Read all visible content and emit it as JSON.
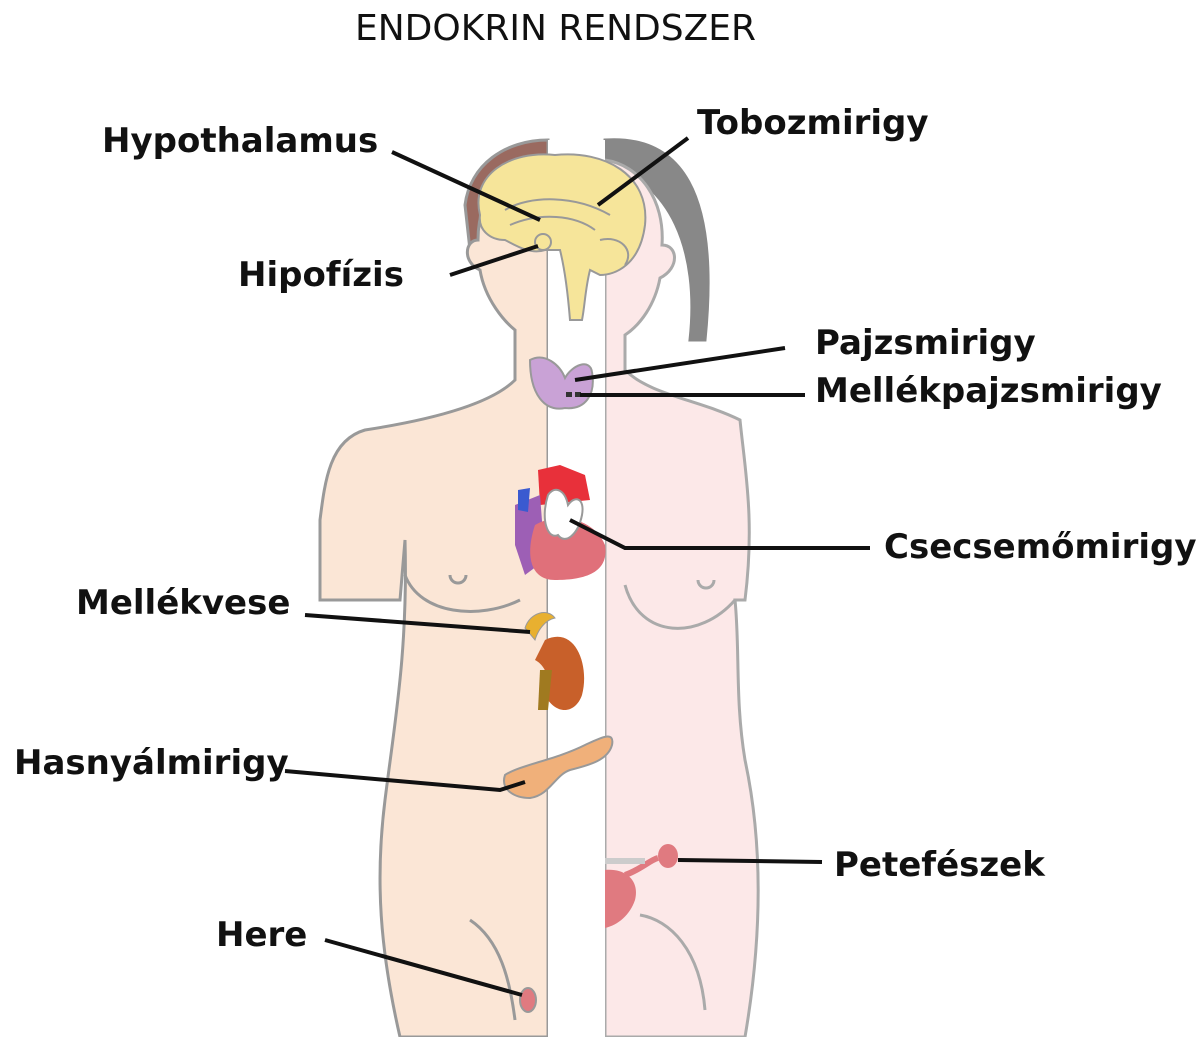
{
  "title": "ENDOKRIN RENDSZER",
  "labels": {
    "hypothalamus": "Hypothalamus",
    "tobozmirigy": "Tobozmirigy",
    "hipofizis": "Hipofízis",
    "pajzsmirigy": "Pajzsmirigy",
    "mellekpajzsmirigy": "Mellékpajzsmirigy",
    "csecsemomirigy": "Csecsemőmirigy",
    "mellekvese": "Mellékvese",
    "hasnyalmirigy": "Hasnyálmirigy",
    "petefeszek": "Petefészek",
    "here": "Here"
  },
  "colors": {
    "male_skin": "#fbe6d6",
    "female_skin": "#fce8e8",
    "outline": "#999999",
    "brain": "#f6e59a",
    "thyroid": "#c9a2d6",
    "heart_red": "#e8303a",
    "heart_pink": "#e0707a",
    "kidney": "#c8602a",
    "adrenal": "#e8b030",
    "pancreas": "#f0b07a",
    "ovary": "#e07a80",
    "male_hair": "#9a6a60",
    "female_hair": "#888888"
  }
}
